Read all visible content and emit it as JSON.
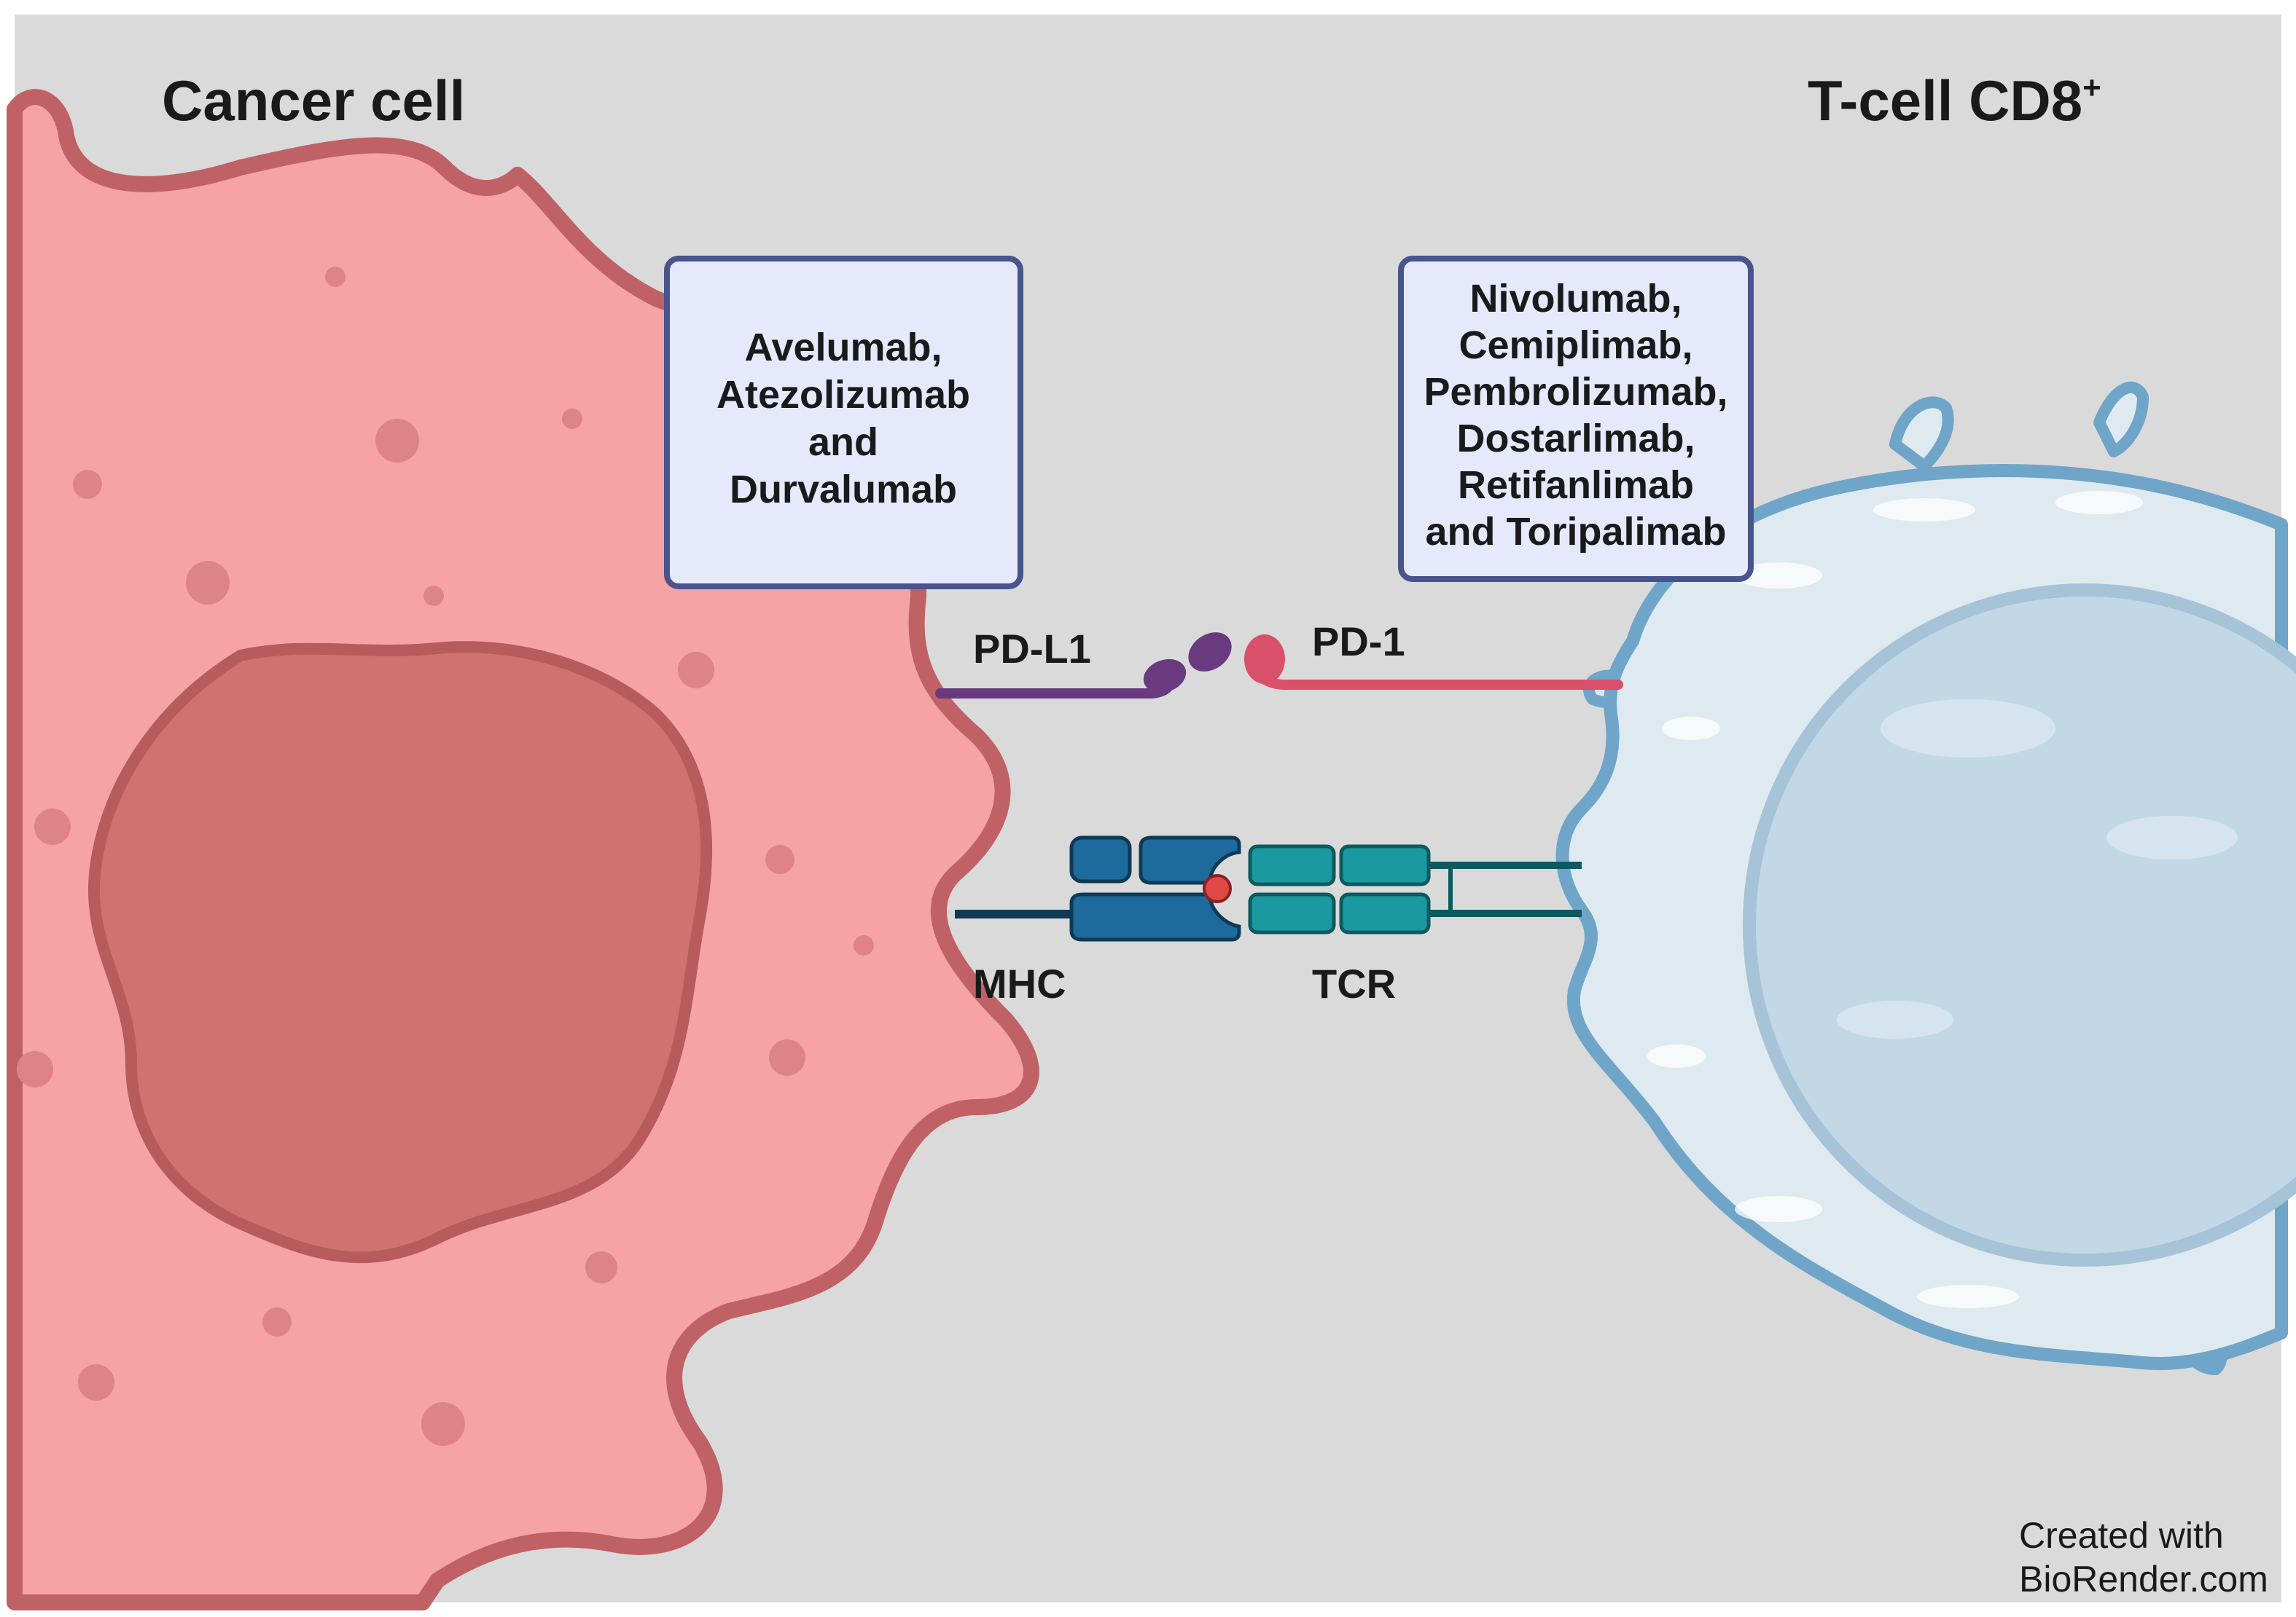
{
  "diagram": {
    "cancer_cell_label": "Cancer cell",
    "tcell_label_main": "T-cell CD8",
    "tcell_label_sup": "+",
    "molecules": {
      "pdl1": "PD-L1",
      "pd1": "PD-1",
      "mhc": "MHC",
      "tcr": "TCR"
    },
    "drug_boxes": {
      "pdl1_inhibitors": [
        "Avelumab,",
        "Atezolizumab",
        "and",
        "Durvalumab"
      ],
      "pd1_inhibitors": [
        "Nivolumab,",
        "Cemiplimab,",
        "Pembrolizumab,",
        "Dostarlimab,",
        "Retifanlimab",
        "and Toripalimab"
      ]
    },
    "credit": [
      "Created with",
      "BioRender.com"
    ],
    "colors": {
      "background": "#dadada",
      "cancer_cell_fill": "#f5a3a5",
      "cancer_cell_outline": "#c06165",
      "nucleus_fill": "#cf7271",
      "tcell_fill": "#dfeaf0",
      "tcell_outline": "#6fa5c8",
      "tcell_nucleus": "#c3d8e6",
      "box_fill": "#e6e9fb",
      "box_outline": "#4a548c",
      "pdl1_color": "#6a3a80",
      "pd1_color": "#d9506a",
      "mhc_color": "#1d6a9c",
      "tcr_color": "#1a9aa0",
      "antigen_color": "#e04848"
    }
  }
}
